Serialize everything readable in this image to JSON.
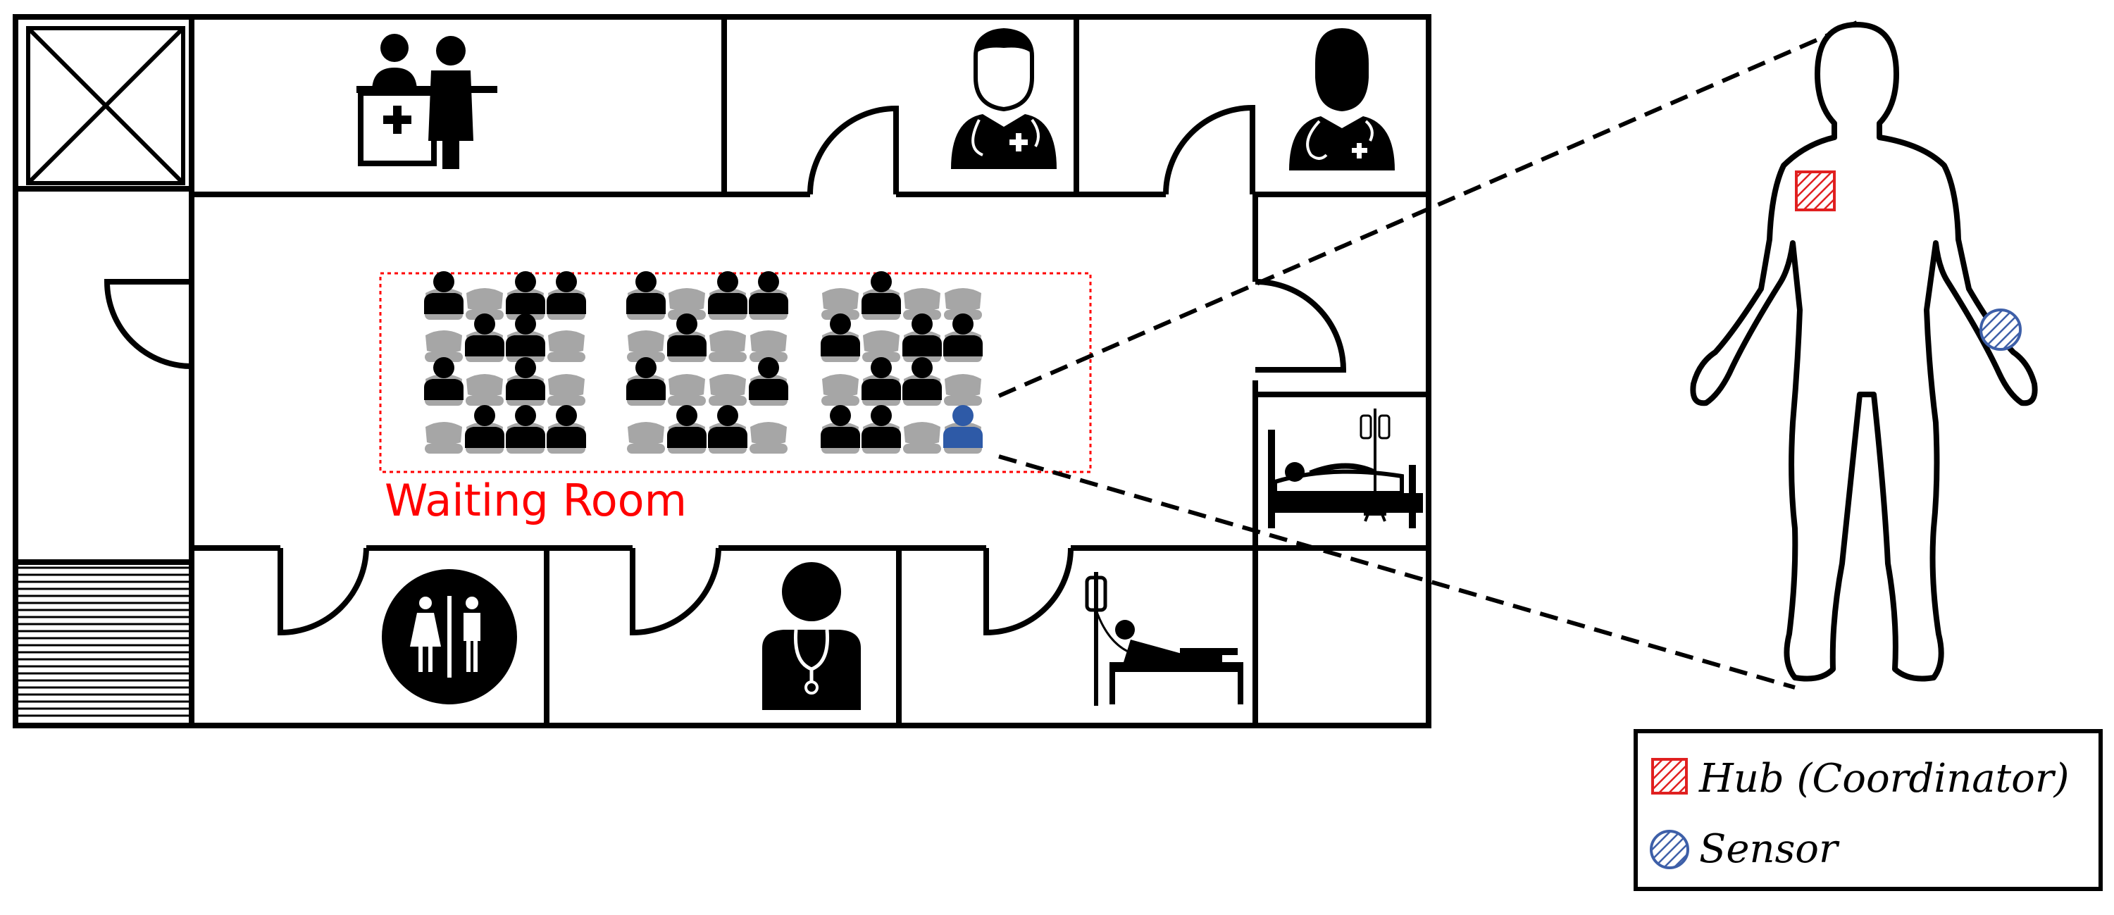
{
  "diagram": {
    "waiting_room_label": "Waiting Room",
    "legend": {
      "hub_label": "Hub (Coordinator)",
      "sensor_label": "Sensor"
    }
  },
  "colors": {
    "wall": "#000000",
    "seat": "#a6a6a6",
    "person": "#000000",
    "highlight_person": "#2e5aa7",
    "waiting_room_border": "#ff0000",
    "hub": "#e02020",
    "sensor": "#3d5fa8"
  },
  "icons": {
    "elevator": "elevator-x-icon",
    "stairs": "stairs-icon",
    "reception": "reception-desk-icon",
    "doctor_1": "doctor-icon",
    "doctor_2": "doctor-icon",
    "restroom": "restroom-icon",
    "doctor_3": "doctor-stethoscope-icon",
    "patient_bed_1": "patient-bed-icon",
    "patient_bed_2": "patient-bed-iv-icon",
    "body": "human-body-outline-icon"
  }
}
